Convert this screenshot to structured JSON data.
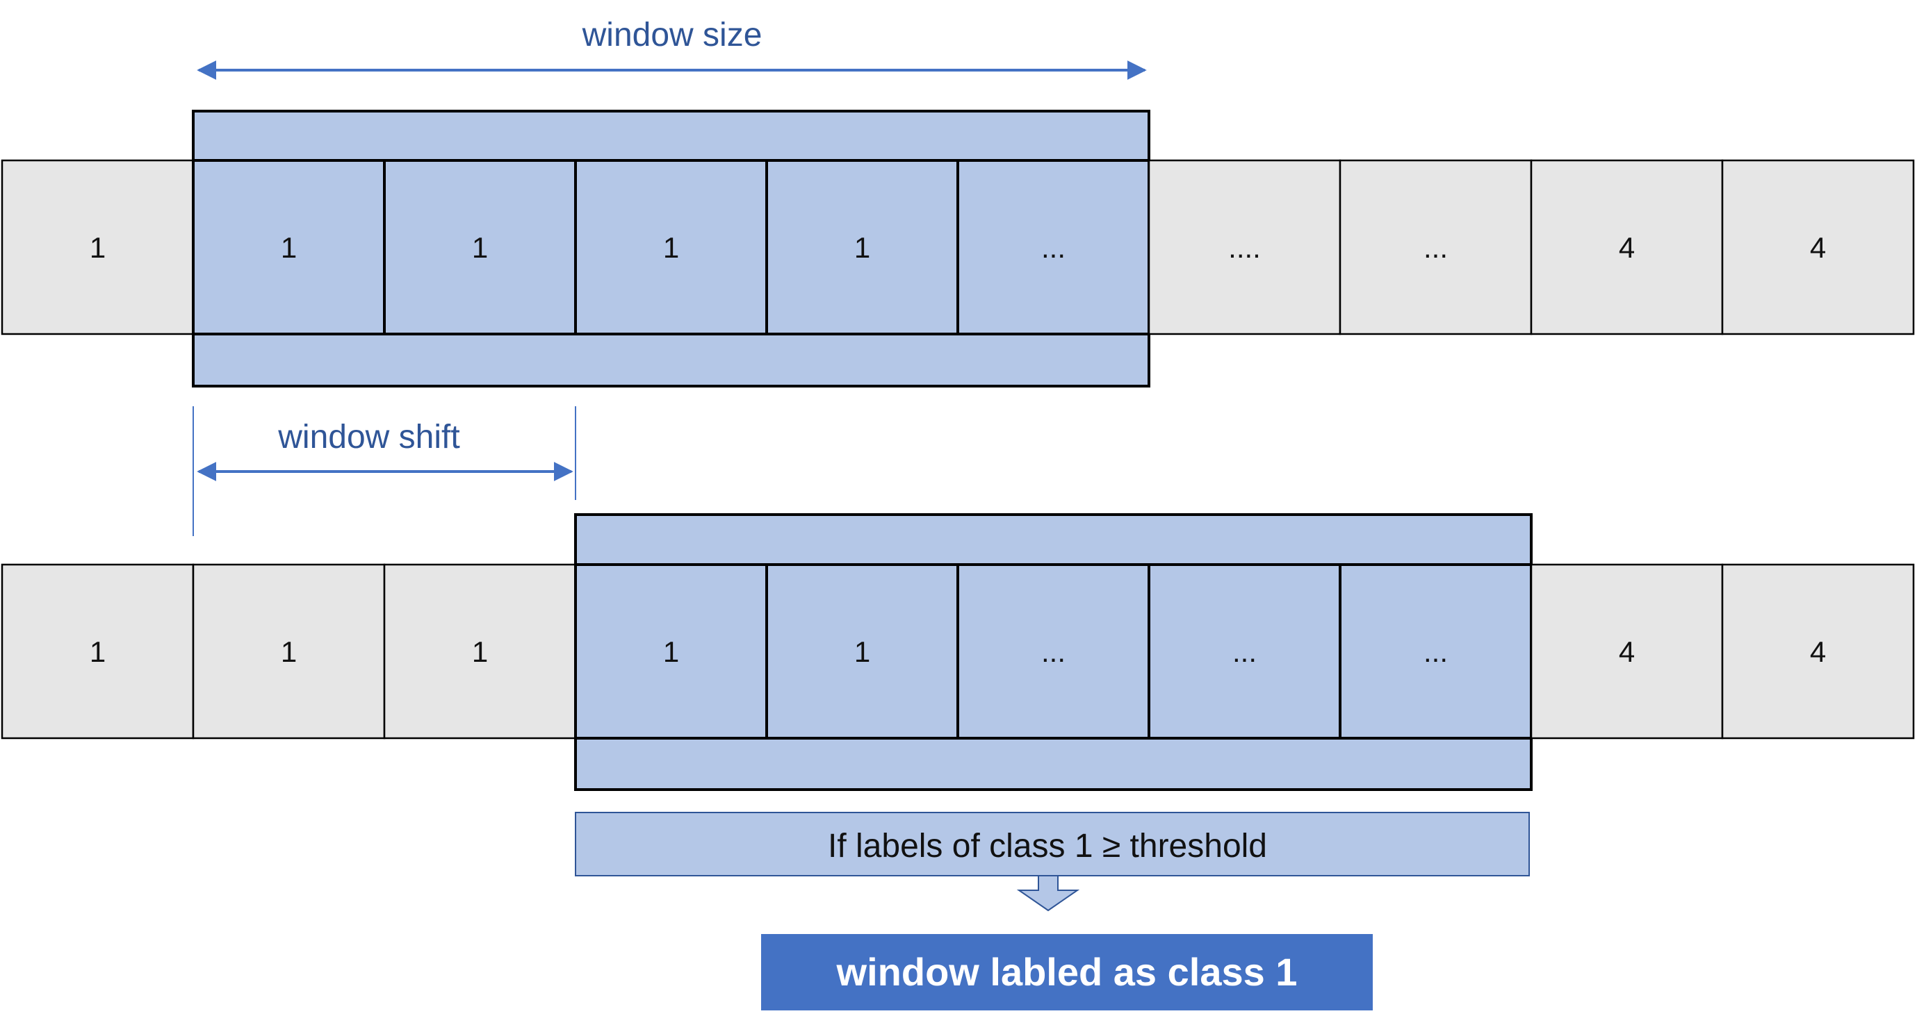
{
  "labels": {
    "window_size": "window size",
    "window_shift": "window shift",
    "condition": "If labels of class 1 ≥ threshold",
    "result": "window labled as class 1"
  },
  "row1": {
    "cells": [
      "1",
      "1",
      "1",
      "1",
      "1",
      "...",
      "....",
      "...",
      "4",
      "4"
    ],
    "window_start": 1,
    "window_length": 5
  },
  "row2": {
    "cells": [
      "1",
      "1",
      "1",
      "1",
      "1",
      "...",
      "...",
      "...",
      "4",
      "4"
    ],
    "window_start": 3,
    "window_length": 5
  },
  "colors": {
    "cell_fill": "#e6e6e6",
    "window_fill": "#b4c7e7",
    "dimension_line": "#4472c4",
    "dimension_text": "#2f5597",
    "result_fill": "#4472c4",
    "result_text": "#ffffff",
    "border": "#000000"
  }
}
